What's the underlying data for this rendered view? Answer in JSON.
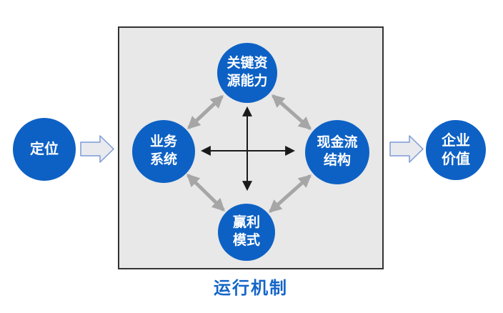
{
  "diagram": {
    "title": "运行机制",
    "outside_left_node": {
      "label": "定位"
    },
    "outside_right_node": {
      "label": "企业\n价值"
    },
    "box_nodes": {
      "top": {
        "label": "关键资\n源能力"
      },
      "left": {
        "label": "业务\n系统"
      },
      "right": {
        "label": "现金流\n结构"
      },
      "bottom": {
        "label": "赢利\n模式"
      }
    },
    "arrows": {
      "flow_left_icon": "block-arrow-right",
      "flow_right_icon": "block-arrow-right",
      "diamond_links": "double-headed-gray",
      "cross_links": "double-headed-black"
    },
    "colors": {
      "node_fill": "#0d61c4",
      "node_text": "#ffffff",
      "box_fill": "#e8e8e8",
      "box_border": "#333333",
      "title_color": "#1565c8",
      "gray_arrow": "#a6a6a6",
      "black_arrow": "#1a1a1a",
      "block_arrow_fill": "#e9eaee",
      "block_arrow_border": "#7c9ad6"
    }
  }
}
